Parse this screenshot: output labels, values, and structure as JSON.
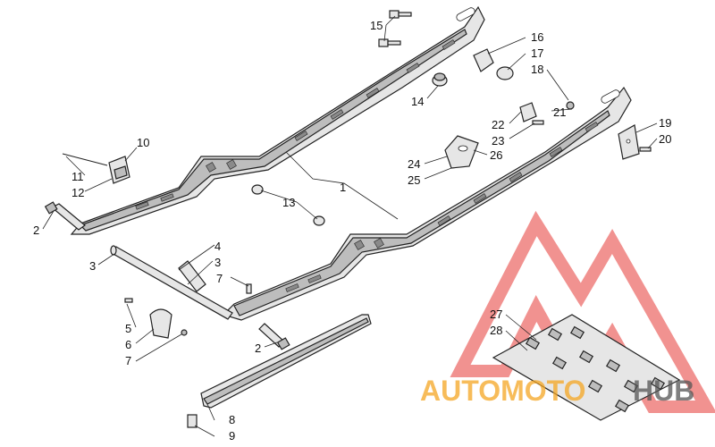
{
  "watermark": {
    "brand_part1": "AUTOMOTO",
    "brand_part2": "HUB",
    "color_orange": "#f5a623",
    "color_red": "#e53935",
    "color_dark": "#555555"
  },
  "callouts": [
    {
      "id": "c15",
      "text": "15"
    },
    {
      "id": "c16",
      "text": "16"
    },
    {
      "id": "c17",
      "text": "17"
    },
    {
      "id": "c18",
      "text": "18"
    },
    {
      "id": "c14",
      "text": "14"
    },
    {
      "id": "c22",
      "text": "22"
    },
    {
      "id": "c21",
      "text": "21"
    },
    {
      "id": "c23",
      "text": "23"
    },
    {
      "id": "c19",
      "text": "19"
    },
    {
      "id": "c20",
      "text": "20"
    },
    {
      "id": "c10",
      "text": "10"
    },
    {
      "id": "c11",
      "text": "11"
    },
    {
      "id": "c12",
      "text": "12"
    },
    {
      "id": "c24",
      "text": "24"
    },
    {
      "id": "c26",
      "text": "26"
    },
    {
      "id": "c25",
      "text": "25"
    },
    {
      "id": "c1",
      "text": "1"
    },
    {
      "id": "c13",
      "text": "13"
    },
    {
      "id": "c2a",
      "text": "2"
    },
    {
      "id": "c4",
      "text": "4"
    },
    {
      "id": "c3a",
      "text": "3"
    },
    {
      "id": "c3b",
      "text": "3"
    },
    {
      "id": "c7a",
      "text": "7"
    },
    {
      "id": "c5",
      "text": "5"
    },
    {
      "id": "c6",
      "text": "6"
    },
    {
      "id": "c7b",
      "text": "7"
    },
    {
      "id": "c2b",
      "text": "2"
    },
    {
      "id": "c27",
      "text": "27"
    },
    {
      "id": "c28",
      "text": "28"
    },
    {
      "id": "c8",
      "text": "8"
    },
    {
      "id": "c9",
      "text": "9"
    }
  ]
}
